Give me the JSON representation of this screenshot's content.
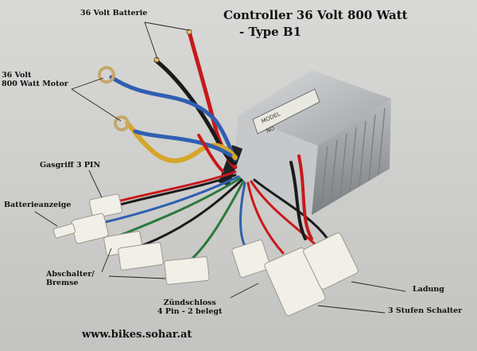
{
  "title": "Controller 36 Volt 800 Watt",
  "subtitle": "- Type B1",
  "callouts": {
    "battery": "36 Volt Batterie",
    "motor": "36 Volt\n800 Watt Motor",
    "throttle": "Gasgriff 3 PIN",
    "battery_indicator": "Batterieanzeige",
    "brake": "Abschalter/\nBremse",
    "ignition": "Zündschloss\n4 Pin - 2 belegt",
    "charging": "Ladung",
    "switch": "3 Stufen Schalter"
  },
  "website": "www.bikes.sohar.at",
  "box_label": {
    "model": "MODEL",
    "no": "NO"
  },
  "colors": {
    "background": "#cfcfcd",
    "housing": "#a9adb0",
    "wire_red": "#c8191b",
    "wire_blue": "#2f5fb0",
    "wire_black": "#1b1b1b",
    "wire_green": "#2a7a3a",
    "wire_yellow": "#d6a62a",
    "connector": "#f1efe7"
  }
}
